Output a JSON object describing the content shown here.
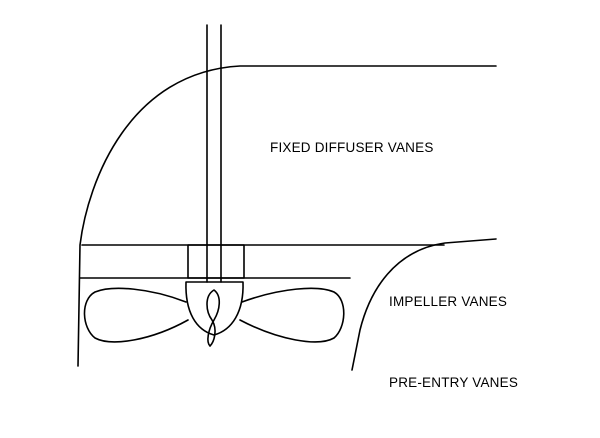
{
  "labels": {
    "fixed_diffuser_vanes": "FIXED DIFFUSER VANES",
    "impeller_vanes": "IMPELLER VANES",
    "pre_entry_vanes": "PRE-ENTRY VANES"
  },
  "style": {
    "line_color": "#000000",
    "background": "#ffffff"
  }
}
